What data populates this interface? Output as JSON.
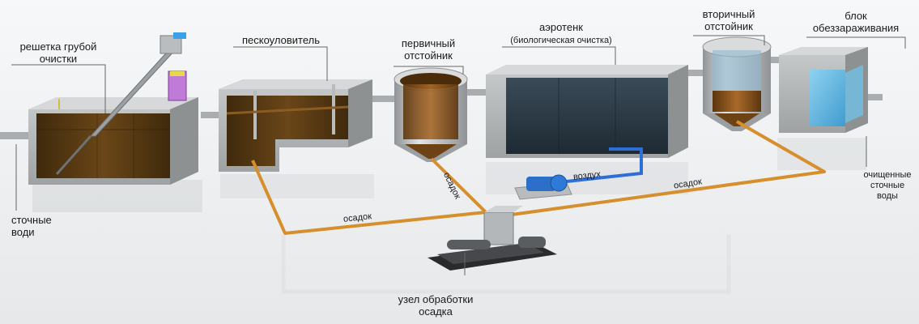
{
  "labels": {
    "coarse_screen": [
      "решетка грубой",
      "очистки"
    ],
    "sand_trap": "пескоуловитель",
    "primary_settler": [
      "первичный",
      "отстойник"
    ],
    "aerotank": "аэротенк",
    "aerotank_sub": "(биологическая очистка)",
    "secondary_settler": [
      "вторичный",
      "отстойник"
    ],
    "disinfection": [
      "блок",
      "обеззараживания"
    ],
    "wastewater_in": [
      "сточные",
      "води"
    ],
    "treated_out": [
      "очищенные",
      "сточные",
      "воды"
    ],
    "sludge_unit": [
      "узел обработки",
      "осадка"
    ],
    "sludge_1": "осадок",
    "sludge_2": "осадок",
    "sludge_3": "осадок",
    "air": "воздух"
  },
  "colors": {
    "concrete": "#b9bcbd",
    "concrete_dark": "#8d9192",
    "sewage": "#5a3a14",
    "aerotank_water": "#2c3b48",
    "clean_water": "#5fb6e3",
    "sludge_pipe": "#d68f2c",
    "air_pipe": "#2d6fd6",
    "blower": "#2b6fc9",
    "pipe": "#a9adb0",
    "leader": "#666666"
  }
}
